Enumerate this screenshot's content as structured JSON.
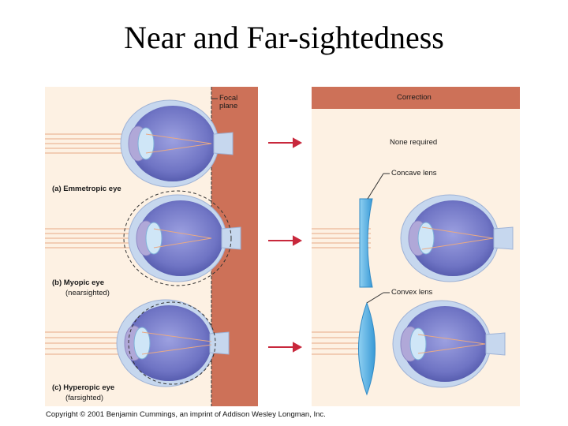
{
  "title": "Near and Far-sightedness",
  "labels": {
    "focal_plane_line1": "Focal",
    "focal_plane_line2": "plane",
    "correction": "Correction",
    "none_required": "None required",
    "concave_lens": "Concave lens",
    "convex_lens": "Convex lens",
    "emmetropic": "(a) Emmetropic eye",
    "myopic": "(b) Myopic eye",
    "myopic_sub": "(nearsighted)",
    "hyperopic": "(c) Hyperopic eye",
    "hyperopic_sub": "(farsighted)"
  },
  "copyright": "Copyright © 2001 Benjamin Cummings, an imprint of Addison Wesley Longman, Inc.",
  "colors": {
    "panel_bg": "#fdf1e3",
    "focal_band": "#cd7158",
    "correction_bar": "#cd7158",
    "arrow": "#c8283c",
    "eye_outer": "#c6d7ee",
    "eye_inner": "#6f74c4",
    "lens_blue": "#5ab2e2"
  }
}
